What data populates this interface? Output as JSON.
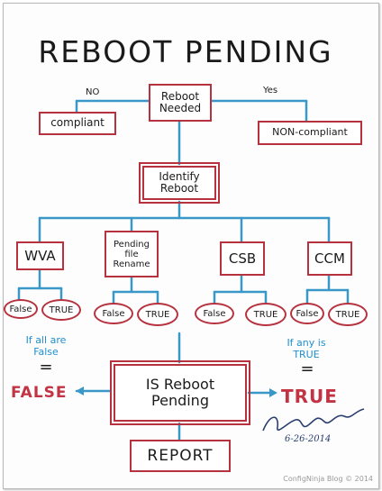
{
  "title": "REBOOT PENDING",
  "nodes": {
    "reboot_needed": "Reboot Needed",
    "compliant": "compliant",
    "non_compliant": "NON-compliant",
    "identify_reboot": "Identify Reboot",
    "is_reboot_pending": "IS Reboot Pending",
    "report": "REPORT"
  },
  "edge_labels": {
    "no": "NO",
    "yes": "Yes"
  },
  "checks": [
    {
      "label": "WVA",
      "false": "False",
      "true": "TRUE"
    },
    {
      "label": "Pending file Rename",
      "false": "False",
      "true": "TRUE"
    },
    {
      "label": "CSB",
      "false": "False",
      "true": "TRUE"
    },
    {
      "label": "CCM",
      "false": "False",
      "true": "TRUE"
    }
  ],
  "conditions": {
    "all_false": "If all are False",
    "all_false_eq": "=",
    "any_true": "If any is TRUE",
    "any_true_eq": "=",
    "false_result": "FALSE",
    "true_result": "TRUE"
  },
  "signature": {
    "date": "6-26-2014"
  },
  "credit": "ConfigNinja Blog © 2014",
  "colors": {
    "box_border": "#b5323e",
    "connector": "#3a98c8",
    "condition_text": "#1f8fd0",
    "result_text": "#c23344"
  }
}
